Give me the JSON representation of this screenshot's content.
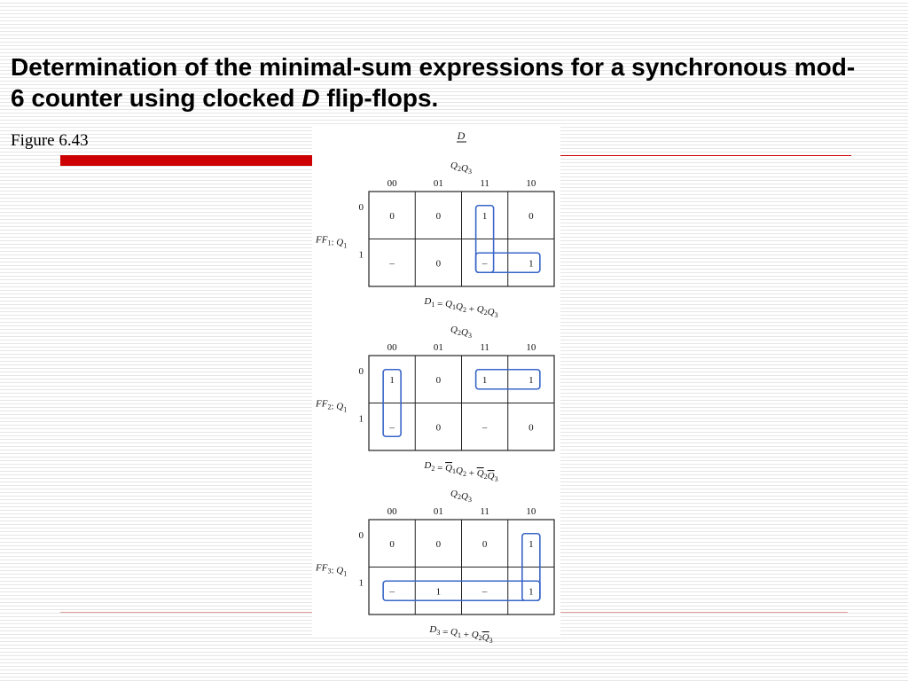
{
  "slide": {
    "title_pre": "Determination of the minimal-sum expressions for a synchronous mod-6 counter using clocked ",
    "title_var": "D",
    "title_post": " flip-flops.",
    "caption": "Figure 6.43"
  },
  "figure": {
    "heading": "D",
    "colors": {
      "group": "#3a66c8",
      "grid": "#222222",
      "red": "#cc0000"
    },
    "col_headers": [
      "00",
      "01",
      "11",
      "10"
    ],
    "row_headers": [
      "0",
      "1"
    ],
    "col_var": {
      "base": "Q",
      "sub1": "2",
      "mid": "Q",
      "sub2": "3"
    },
    "row_var": {
      "base": "Q",
      "sub": "1"
    },
    "maps": [
      {
        "ff_label": {
          "base": "FF",
          "sub": "1"
        },
        "cells": [
          [
            "0",
            "0",
            "1",
            "0"
          ],
          [
            "–",
            "0",
            "–",
            "1"
          ]
        ],
        "groups": [
          {
            "cols": [
              2,
              2
            ],
            "rows": [
              0,
              1
            ]
          },
          {
            "cols": [
              2,
              3
            ],
            "rows": [
              1,
              1
            ]
          }
        ],
        "equation": [
          {
            "t": "D",
            "s": "1"
          },
          {
            "t": " = "
          },
          {
            "t": "Q",
            "s": "1"
          },
          {
            "t": "Q",
            "s": "2"
          },
          {
            "t": " + "
          },
          {
            "t": "Q",
            "s": "2"
          },
          {
            "t": "Q",
            "s": "3"
          }
        ]
      },
      {
        "ff_label": {
          "base": "FF",
          "sub": "2"
        },
        "cells": [
          [
            "1",
            "0",
            "1",
            "1"
          ],
          [
            "–",
            "0",
            "–",
            "0"
          ]
        ],
        "groups": [
          {
            "cols": [
              0,
              0
            ],
            "rows": [
              0,
              1
            ]
          },
          {
            "cols": [
              2,
              3
            ],
            "rows": [
              0,
              0
            ]
          }
        ],
        "equation": [
          {
            "t": "D",
            "s": "2"
          },
          {
            "t": " = "
          },
          {
            "t": "Q",
            "s": "1",
            "bar": true
          },
          {
            "t": "Q",
            "s": "2"
          },
          {
            "t": " + "
          },
          {
            "t": "Q",
            "s": "2",
            "bar": true
          },
          {
            "t": "Q",
            "s": "3",
            "bar": true
          }
        ]
      },
      {
        "ff_label": {
          "base": "FF",
          "sub": "3"
        },
        "cells": [
          [
            "0",
            "0",
            "0",
            "1"
          ],
          [
            "–",
            "1",
            "–",
            "1"
          ]
        ],
        "groups": [
          {
            "cols": [
              3,
              3
            ],
            "rows": [
              0,
              1
            ]
          },
          {
            "cols": [
              0,
              3
            ],
            "rows": [
              1,
              1
            ]
          }
        ],
        "equation": [
          {
            "t": "D",
            "s": "3"
          },
          {
            "t": " = "
          },
          {
            "t": "Q",
            "s": "1"
          },
          {
            "t": " + "
          },
          {
            "t": "Q",
            "s": "2"
          },
          {
            "t": "Q",
            "s": "3",
            "bar": true
          }
        ]
      }
    ]
  }
}
